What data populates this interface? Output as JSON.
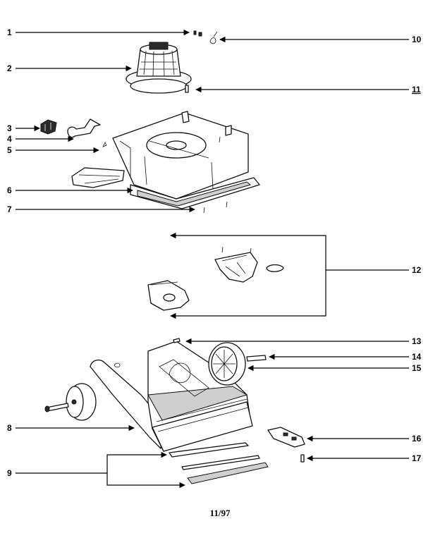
{
  "callouts": {
    "c1": "1",
    "c2": "2",
    "c3": "3",
    "c4": "4",
    "c5": "5",
    "c6": "6",
    "c7": "7",
    "c8": "8",
    "c9": "9",
    "c10": "10",
    "c11": "11",
    "c12": "12",
    "c13": "13",
    "c14": "14",
    "c15": "15",
    "c16": "16",
    "c17": "17"
  },
  "footer": {
    "date_code": "11/97"
  }
}
